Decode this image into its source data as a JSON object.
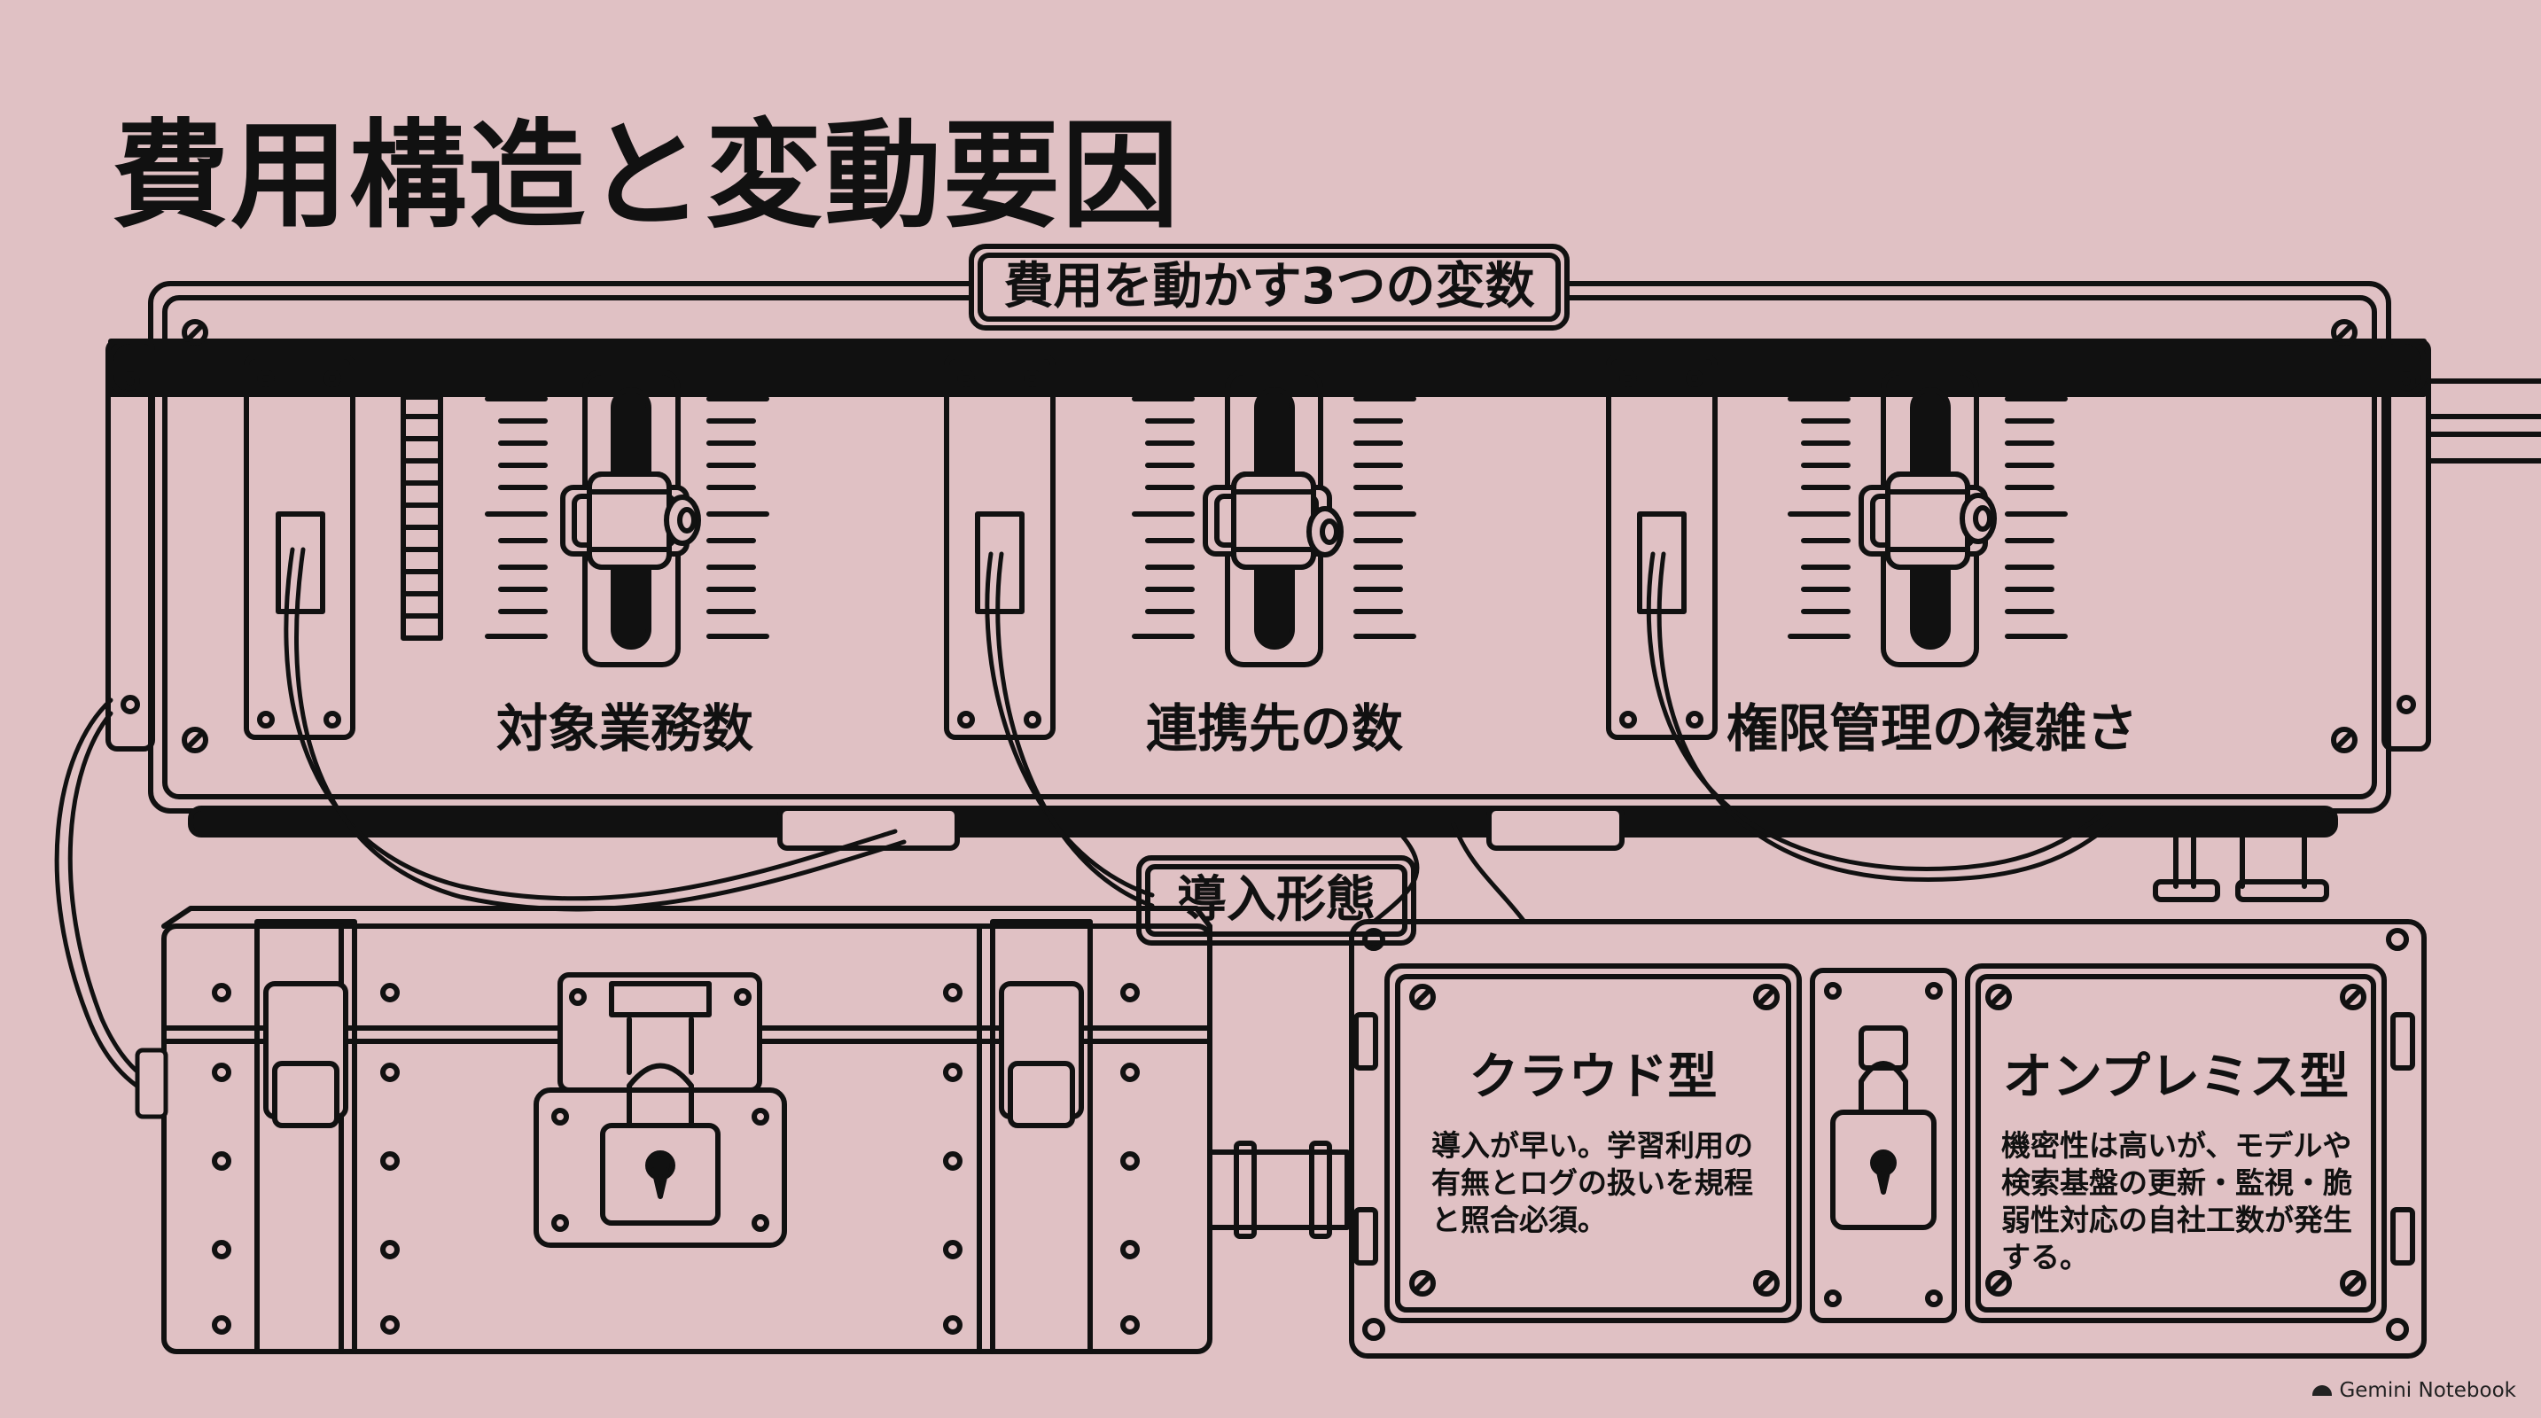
{
  "title": "費用構造と変動要因",
  "top_section": {
    "header": "費用を動かす3つの変数",
    "variables": [
      {
        "label": "対象業務数",
        "icon": "slider-icon"
      },
      {
        "label": "連携先の数",
        "icon": "slider-icon"
      },
      {
        "label": "権限管理の複雑さ",
        "icon": "slider-icon"
      }
    ]
  },
  "bottom_section": {
    "header": "導入形態",
    "options": [
      {
        "title": "クラウド型",
        "body": "導入が早い。学習利用の有無とログの扱いを規程と照合必須。"
      },
      {
        "title": "オンプレミス型",
        "body": "機密性は高いが、モデルや検索基盤の更新・監視・脆弱性対応の自社工数が発生する。"
      }
    ],
    "icons": [
      "padlock-icon",
      "chest-icon"
    ]
  },
  "watermark": "Gemini Notebook",
  "colors": {
    "background": "#e0c1c4",
    "ink": "#111111"
  }
}
